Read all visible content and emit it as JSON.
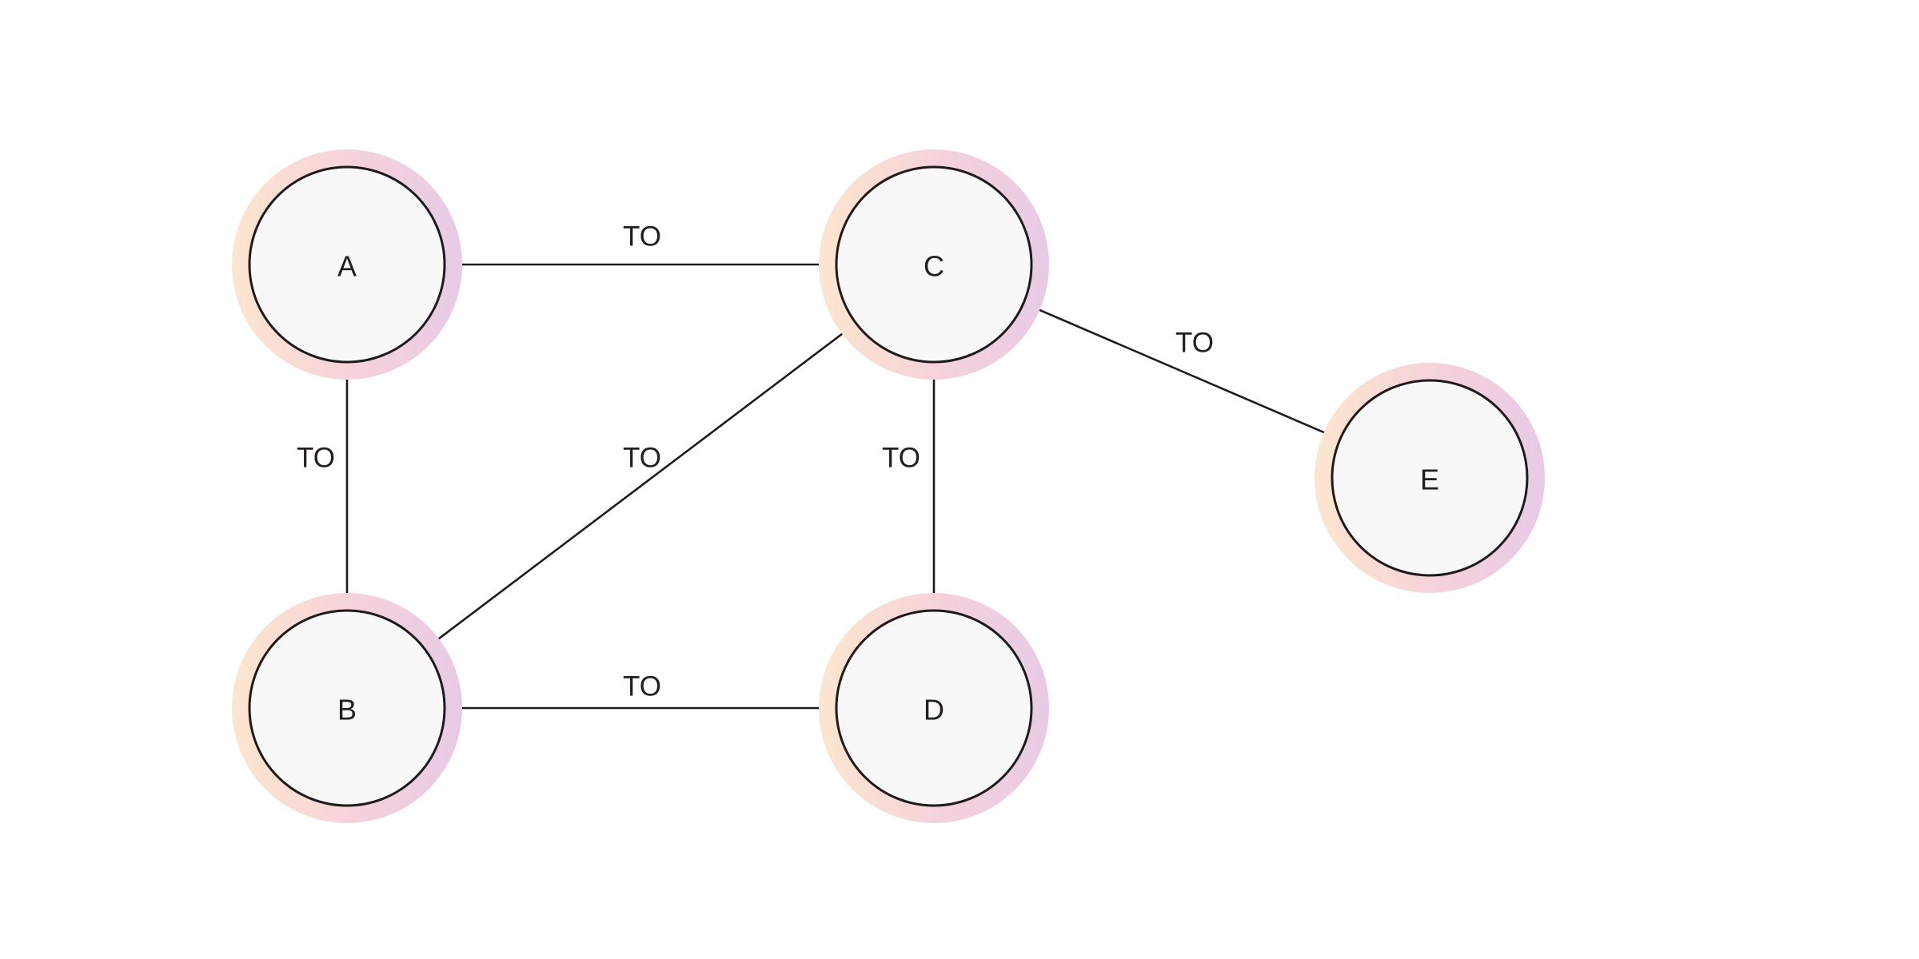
{
  "diagram": {
    "type": "directed-graph",
    "background": "#ffffff",
    "node_fill": "#f8f8f8",
    "node_stroke": "#1f1a1c",
    "halo_colors": [
      "#fde6cf",
      "#f6d3da",
      "#e7cae6"
    ],
    "nodes": [
      {
        "id": "A",
        "label": "A"
      },
      {
        "id": "B",
        "label": "B"
      },
      {
        "id": "C",
        "label": "C"
      },
      {
        "id": "D",
        "label": "D"
      },
      {
        "id": "E",
        "label": "E"
      }
    ],
    "edges": [
      {
        "from": "A",
        "to": "C",
        "label": "TO"
      },
      {
        "from": "A",
        "to": "B",
        "label": "TO"
      },
      {
        "from": "B",
        "to": "C",
        "label": "TO"
      },
      {
        "from": "B",
        "to": "D",
        "label": "TO"
      },
      {
        "from": "D",
        "to": "C",
        "label": "TO"
      },
      {
        "from": "C",
        "to": "E",
        "label": "TO"
      }
    ]
  }
}
